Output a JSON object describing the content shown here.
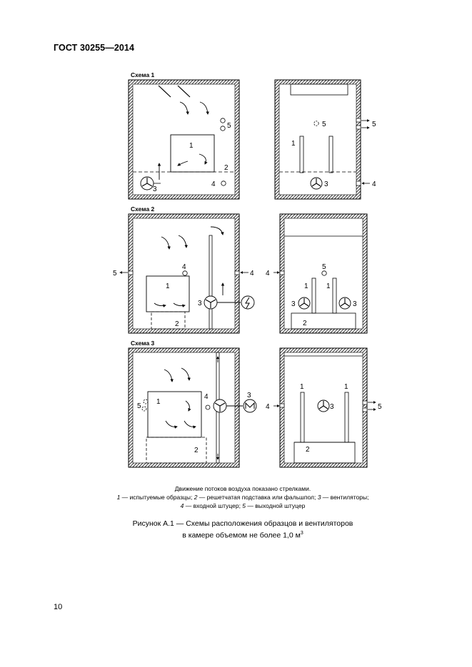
{
  "document": {
    "header": "ГОСТ 30255—2014",
    "page_number": "10"
  },
  "figure": {
    "schemes": [
      "Схема 1",
      "Схема 2",
      "Схема 3"
    ],
    "labels": {
      "l1": "1",
      "l2": "2",
      "l3": "3",
      "l4": "4",
      "l5": "5"
    },
    "notes": {
      "line1": "Движение потоков воздуха показано стрелками.",
      "k1": "1",
      "t1": " — испытуемые образцы; ",
      "k2": "2",
      "t2": " — решетчатая подставка или фальшпол; ",
      "k3": "3",
      "t3": " — вентиляторы;",
      "k4": "4",
      "t4": " — входной штуцер; ",
      "k5": "5",
      "t5": " — выходной штуцер"
    },
    "caption": {
      "line1": "Рисунок А.1 — Схемы расположения образцов и вентиляторов",
      "line2": "в камере объемом не более 1,0 м",
      "sup": "3"
    }
  }
}
